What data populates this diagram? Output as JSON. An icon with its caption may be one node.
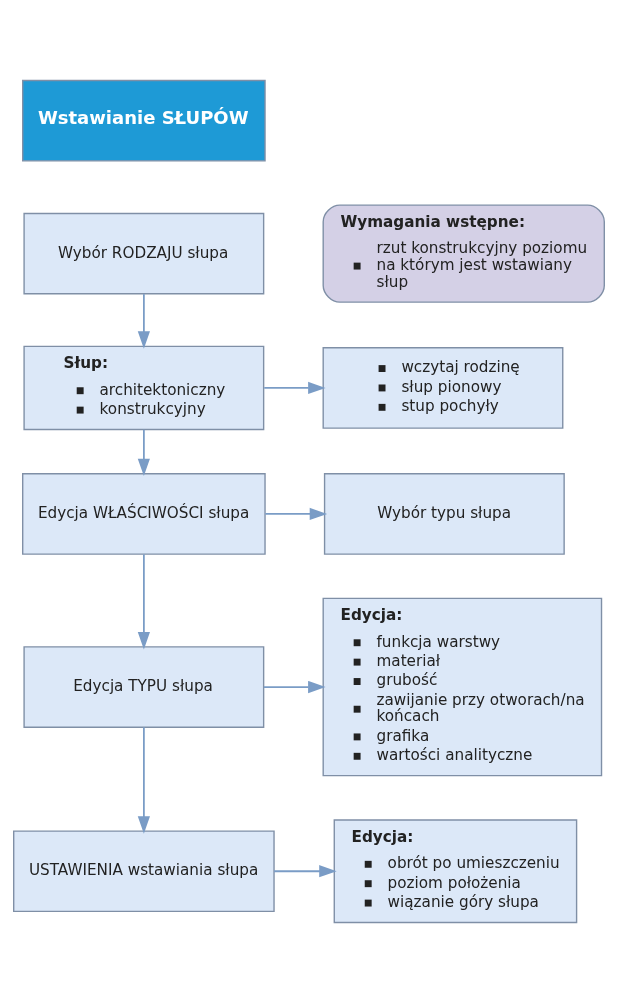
{
  "diagram": {
    "nodes": [
      {
        "text": [
          "Wstawianie SŁUPÓW"
        ]
      },
      {
        "text": [
          "Wybór RODZAJU słupa"
        ]
      },
      {
        "text": [
          "Wymagania wstępne:",
          "rzut konstrukcyjny poziomu na którym jest wstawiany słup"
        ]
      },
      {
        "text": [
          "Słup:",
          "architektoniczny",
          "konstrukcyjny"
        ]
      },
      {
        "text": [
          "wczytaj rodzinę",
          "słup pionowy",
          "stup pochyły"
        ]
      },
      {
        "text": [
          "Edycja WŁAŚCIWOŚCI słupa"
        ]
      },
      {
        "text": [
          "Wybór typu słupa"
        ]
      },
      {
        "text": [
          "Edycja TYPU słupa"
        ]
      },
      {
        "text": [
          "Edycja:",
          "funkcja warstwy",
          "materiał",
          "grubość",
          "zawijanie przy otworach/na końcach",
          "grafika",
          "wartości analityczne"
        ]
      },
      {
        "text": [
          "USTAWIENIA wstawiania słupa"
        ]
      },
      {
        "text": [
          "Edycja:",
          "obrót po umieszczeniu",
          "poziom położenia",
          "wiązanie góry słupa"
        ]
      }
    ],
    "edges": [
      {
        "from": 1,
        "to": 3,
        "arrow": "to"
      },
      {
        "from": 3,
        "to": 4,
        "arrow": "to"
      },
      {
        "from": 3,
        "to": 5,
        "arrow": "to"
      },
      {
        "from": 5,
        "to": 6,
        "arrow": "to"
      },
      {
        "from": 5,
        "to": 7,
        "arrow": "to"
      },
      {
        "from": 7,
        "to": 8,
        "arrow": "to"
      },
      {
        "from": 7,
        "to": 9,
        "arrow": "to"
      },
      {
        "from": 9,
        "to": 10,
        "arrow": "to"
      }
    ]
  }
}
